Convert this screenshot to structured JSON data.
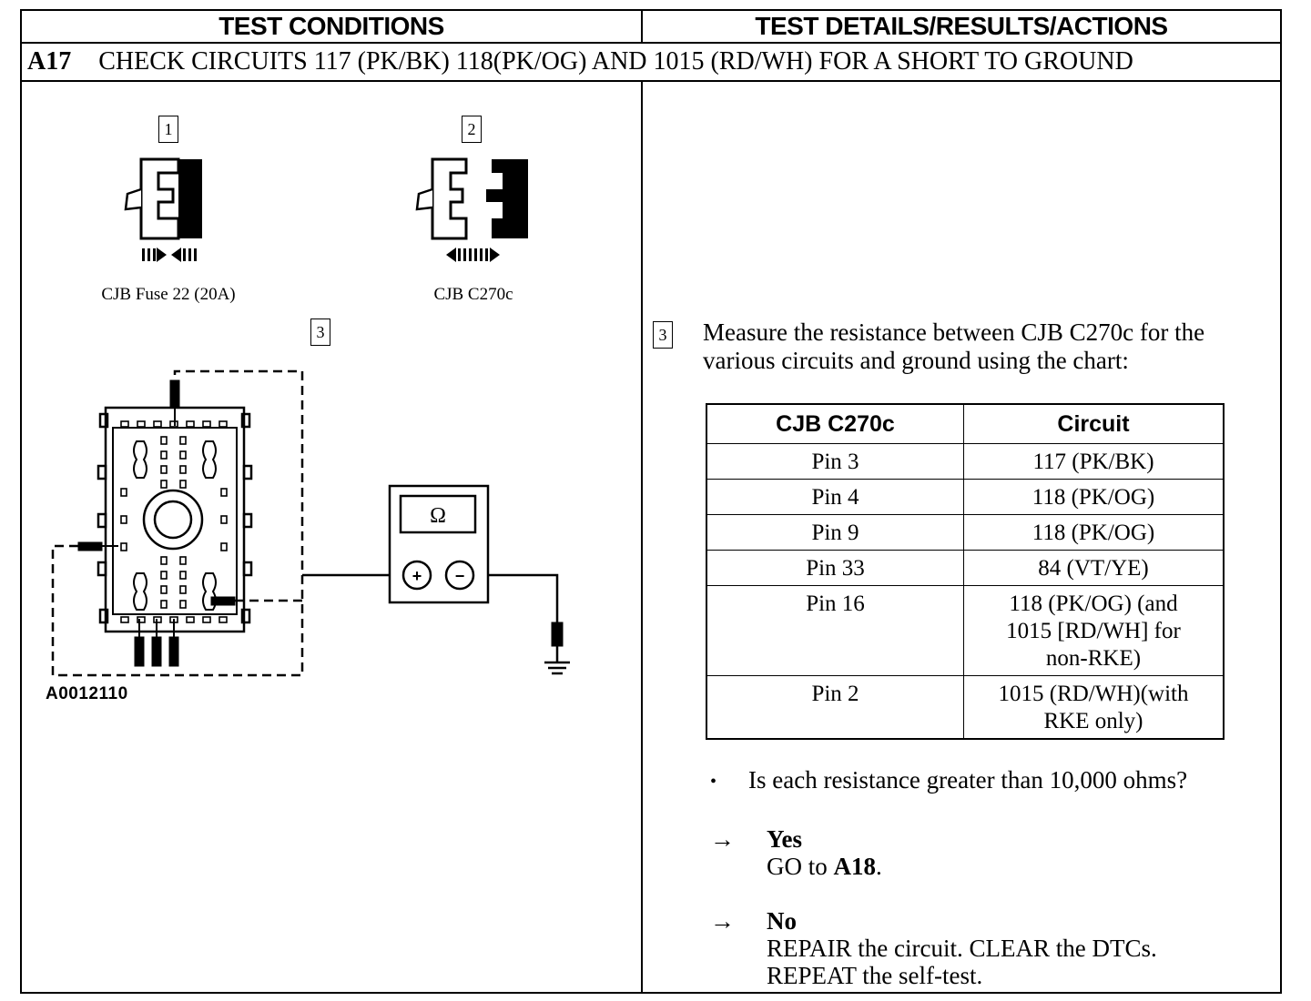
{
  "header": {
    "left_title": "TEST CONDITIONS",
    "right_title": "TEST DETAILS/RESULTS/ACTIONS"
  },
  "step": {
    "id": "A17",
    "title": "CHECK CIRCUITS 117 (PK/BK) 118(PK/OG) AND 1015 (RD/WH) FOR A SHORT TO GROUND"
  },
  "figures": {
    "callout_1": "1",
    "callout_2": "2",
    "callout_3": "3",
    "caption_1": "CJB Fuse 22 (20A)",
    "caption_2": "CJB C270c",
    "meter_symbol": "Ω",
    "meter_plus": "+",
    "meter_minus": "−",
    "figure_id": "A0012110"
  },
  "details": {
    "step_marker": "3",
    "instruction": "Measure the resistance between CJB C270c for the various circuits and ground using the chart:",
    "chart": {
      "headers": [
        "CJB C270c",
        "Circuit"
      ],
      "rows": [
        [
          "Pin 3",
          "117 (PK/BK)"
        ],
        [
          "Pin 4",
          "118 (PK/OG)"
        ],
        [
          "Pin 9",
          "118 (PK/OG)"
        ],
        [
          "Pin 33",
          "84 (VT/YE)"
        ],
        [
          "Pin 16",
          "118 (PK/OG) (and 1015 [RD/WH] for non-RKE)"
        ],
        [
          "Pin 2",
          "1015 (RD/WH)(with RKE only)"
        ]
      ]
    },
    "bullet": "•",
    "question": "Is each resistance greater than 10,000 ohms?",
    "arrow": "→",
    "yes": {
      "label": "Yes",
      "action_prefix": "GO to ",
      "action_target": "A18",
      "action_suffix": "."
    },
    "no": {
      "label": "No",
      "line1": "REPAIR the circuit. CLEAR the DTCs.",
      "line2": "REPEAT the self-test."
    }
  }
}
